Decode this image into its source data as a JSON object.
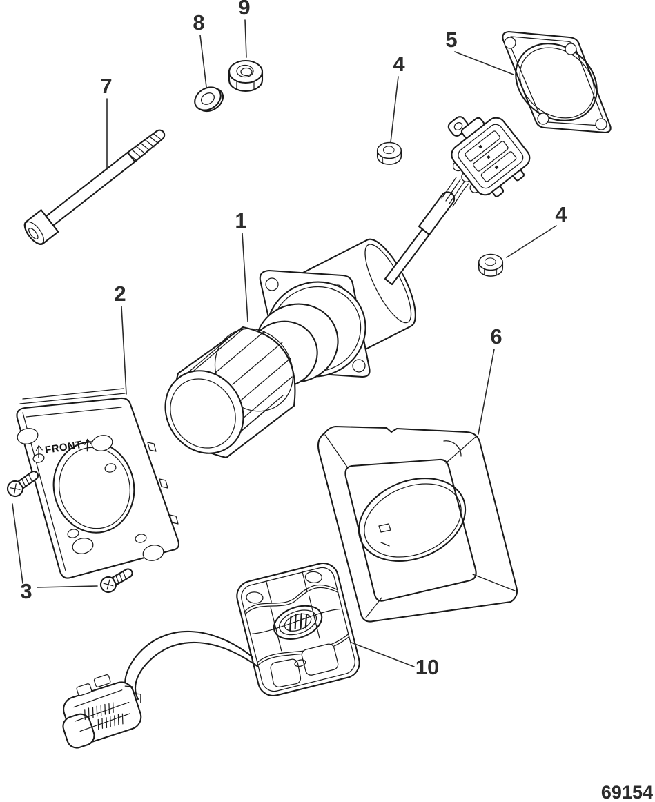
{
  "drawing_number": "69154",
  "plate_marking": {
    "text": "FRONT"
  },
  "callouts": [
    {
      "text": "1"
    },
    {
      "text": "2"
    },
    {
      "text": "3"
    },
    {
      "text": "4"
    },
    {
      "text": "4"
    },
    {
      "text": "5"
    },
    {
      "text": "6"
    },
    {
      "text": "7"
    },
    {
      "text": "8"
    },
    {
      "text": "9"
    },
    {
      "text": "10"
    }
  ]
}
